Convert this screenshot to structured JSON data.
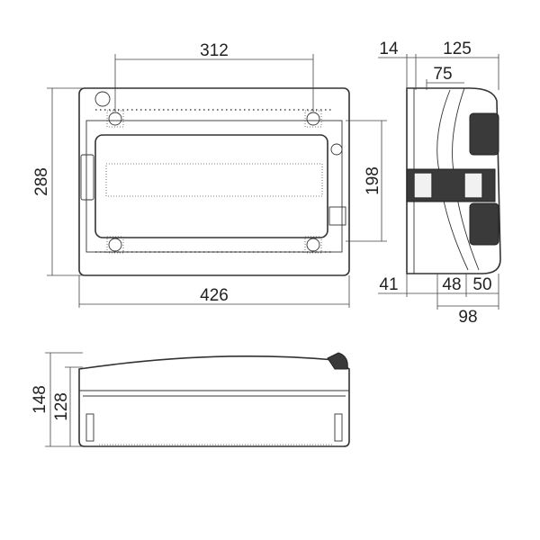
{
  "front_view": {
    "mount_hole_spacing": "312",
    "overall_height": "288",
    "window_height": "198",
    "overall_width": "426"
  },
  "side_view": {
    "offset_top": "14",
    "overall_depth_top": "125",
    "inner_depth": "75",
    "bottom_left": "41",
    "bottom_mid": "48",
    "bottom_right": "50",
    "bottom_total": "98"
  },
  "bottom_view": {
    "overall_height": "148",
    "body_height": "128"
  }
}
